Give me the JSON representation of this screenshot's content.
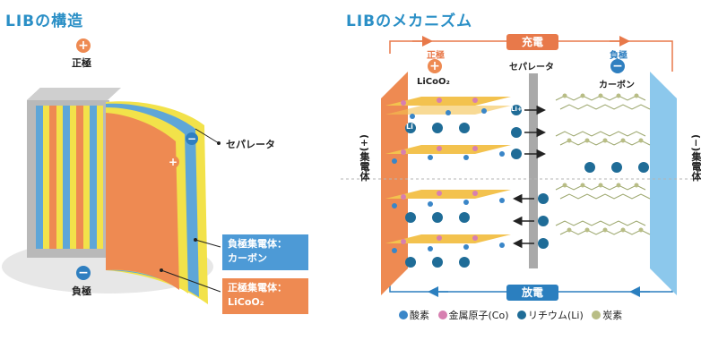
{
  "left": {
    "title": "LIBの構造",
    "positive_symbol": "+",
    "positive_label": "正極",
    "negative_symbol": "−",
    "negative_label": "負極",
    "separator_label": "セパレータ",
    "neg_collector": {
      "line1": "負極集電体：",
      "line2": "カーボン"
    },
    "pos_collector": {
      "line1": "正極集電体：",
      "line2": "LiCoO₂"
    }
  },
  "right": {
    "title": "LIBのメカニズム",
    "charge": "充電",
    "discharge": "放電",
    "positive_label": "正極",
    "positive_material": "LiCoO₂",
    "negative_label": "負極",
    "negative_material": "カーボン",
    "separator_label": "セパレータ",
    "collector_left": "(+)集電体",
    "collector_right": "(−)集電体",
    "li_label": "Li",
    "li_plus_label": "Li+"
  },
  "legend": [
    {
      "label": "酸素",
      "color": "#3a86c8"
    },
    {
      "label": "金属原子(Co)",
      "color": "#d77fb0"
    },
    {
      "label": "リチウム(Li)",
      "color": "#1f6c97"
    },
    {
      "label": "炭素",
      "color": "#b8bd85"
    }
  ],
  "colors": {
    "accent": "#2a8fc6",
    "positive": "#ee8a52",
    "negative": "#2f7fc0",
    "charge": "#e8794a",
    "discharge": "#2b7fbf"
  }
}
